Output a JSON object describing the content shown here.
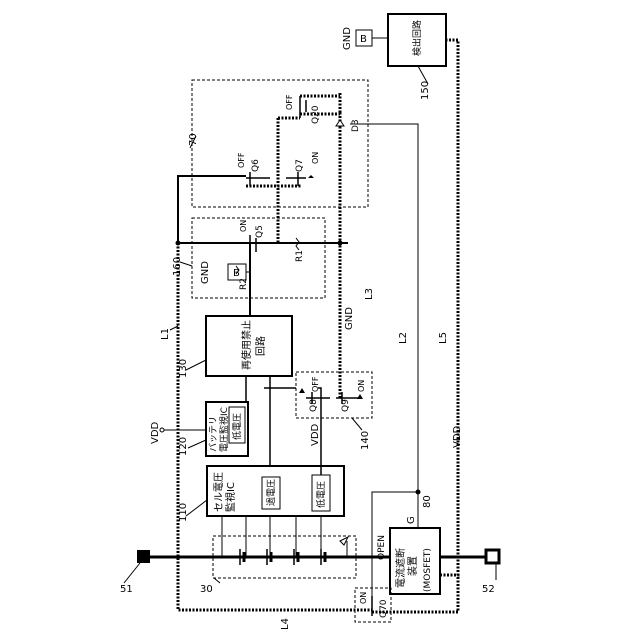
{
  "labels": {
    "ref_51": "51",
    "ref_52": "52",
    "ref_30": "30",
    "ref_110": "110",
    "ref_120": "120",
    "ref_130": "130",
    "ref_140": "140",
    "ref_150": "150",
    "ref_160": "160",
    "ref_70": "70",
    "ref_80": "80",
    "L1": "L1",
    "L2": "L2",
    "L3": "L3",
    "L4": "L4",
    "L5": "L5",
    "vdd_120": "VDD",
    "vdd_main": "VDD",
    "vdd_right": "VDD",
    "gnd_160": "GND",
    "gnd_150": "GND",
    "gnd_l3": "GND",
    "b_160": "B",
    "b_150": "B",
    "cell_ic_1": "セル電圧",
    "cell_ic_2": "監視IC",
    "over_voltage": "過電圧",
    "under_voltage_110": "低電圧",
    "battery_ic_1": "バッテリ",
    "battery_ic_2": "電圧監視IC",
    "under_voltage_120": "低電圧",
    "reuse_1": "再使用禁止",
    "reuse_2": "回路",
    "detect": "検出回路",
    "breaker_1": "電流遮断",
    "breaker_2": "装置",
    "breaker_3": "(MOSFET)",
    "open": "OPEN",
    "g": "G",
    "q5": "Q5",
    "q6": "Q6",
    "q7": "Q7",
    "q8": "Q8",
    "q9": "Q9",
    "q20": "Q20",
    "q70": "Q70",
    "r1": "R1",
    "r2": "R2",
    "d3": "D3",
    "on_q5": "ON",
    "off_q6": "OFF",
    "on_q7": "ON",
    "off_q20": "OFF",
    "off_q8": "OFF",
    "on_q9": "ON",
    "on_q70": "ON"
  }
}
